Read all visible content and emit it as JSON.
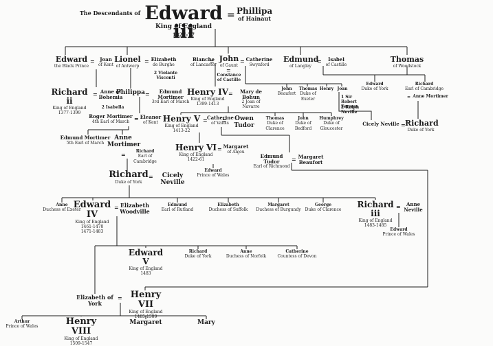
{
  "colors": {
    "ink": "#1b1b1b",
    "paper": "#fbfbfa"
  },
  "sym": {
    "marriage": "="
  },
  "title": {
    "prefix": "The Descendants of",
    "name": "Edward iii",
    "subtitle": "King of England",
    "years": "1327-77",
    "spouse": "Phillipa",
    "spouse_sub": "of Hainaut"
  },
  "people": {
    "edward_bp": {
      "name": "Edward",
      "sub": "the Black Prince"
    },
    "joan_kent": {
      "name": "Joan",
      "sub": "of Kent"
    },
    "lionel": {
      "name": "Lionel",
      "sub": "of Antwerp"
    },
    "elizabeth_burghe": {
      "name": "Elizabeth",
      "sub": "de Burghe"
    },
    "violante": {
      "sub": "2 Violante\nVisconti"
    },
    "blanche": {
      "name": "Blanche",
      "sub": "of Lancaster"
    },
    "john_gaunt": {
      "name": "John",
      "sub": "of Gaunt"
    },
    "constance": {
      "sub": "Constance\nof Castille"
    },
    "catherine_swynford": {
      "name": "Catherine",
      "sub": "Swynford"
    },
    "edmund_langley": {
      "name": "Edmund",
      "sub": "of Langley"
    },
    "isabel_castille": {
      "name": "Isabel",
      "sub": "of Castille"
    },
    "thomas_woodstock": {
      "name": "Thomas",
      "sub": "of Woodstock"
    },
    "richard2": {
      "name": "Richard ii",
      "sub": "King of England\n1377-1399"
    },
    "anne_bohemia": {
      "name": "Anne of\nBohemia"
    },
    "isabella": {
      "sub": "2 Isabella"
    },
    "philippa": {
      "name": "Philippa"
    },
    "edmund_mortimer3": {
      "name": "Edmund Mortimer",
      "sub": "3rd Earl of March"
    },
    "henry4": {
      "name": "Henry IV",
      "sub": "King of England\n1399-1413"
    },
    "mary_bohun": {
      "name": "Mary de Bohun",
      "sub": "2 Joan of Navarre"
    },
    "john_beaufort": {
      "name": "John",
      "sub": "Beaufort"
    },
    "thomas_exeter": {
      "name": "Thomas",
      "sub": "Duke of Exeter"
    },
    "henry_beaufort": {
      "name": "Henry"
    },
    "joan_beaufort": {
      "name": "Joan"
    },
    "ferrers": {
      "sub": "1 Sir Robert\nFerrers"
    },
    "ralph_neville": {
      "sub": "2 Ralph\nNeville"
    },
    "edward_duke_york": {
      "name": "Edward",
      "sub": "Duke of York"
    },
    "richard_cambridge_r": {
      "name": "Richard",
      "sub": "Earl of Cambridge"
    },
    "anne_mortimer_r": {
      "name": "Anne Mortimer"
    },
    "cicely_r": {
      "name": "Cicely Neville"
    },
    "richard_york_r": {
      "name": "Richard",
      "sub": "Duke of York"
    },
    "roger_mortimer": {
      "name": "Roger Mortimer",
      "sub": "4th Earl of March"
    },
    "eleanor_kent": {
      "name": "Eleanor",
      "sub": "of Kent"
    },
    "henry5": {
      "name": "Henry V",
      "sub": "King of England\n1413-22"
    },
    "catherine_valois": {
      "name": "Catherine",
      "sub": "of Valois"
    },
    "owen_tudor": {
      "name": "Owen Tudor"
    },
    "thomas_clarence": {
      "name": "Thomas",
      "sub": "Duke of Clarence"
    },
    "john_bedford": {
      "name": "John",
      "sub": "Duke of Bedford"
    },
    "humphrey_gloucester": {
      "name": "Humphrey",
      "sub": "Duke of Gloucester"
    },
    "edmund_mortimer5": {
      "name": "Edmund Mortimer",
      "sub": "5th Earl of March"
    },
    "anne_mortimer_l": {
      "name": "Anne\nMortimer"
    },
    "richard_cambridge_l": {
      "name": "Richard",
      "sub": "Earl of Cambridge"
    },
    "henry6": {
      "name": "Henry VI",
      "sub": "King of England\n1422-61"
    },
    "margaret_anjou": {
      "name": "Margaret",
      "sub": "of Anjou"
    },
    "edmund_tudor": {
      "name": "Edmund Tudor",
      "sub": "Earl of Richmond"
    },
    "margaret_beaufort": {
      "name": "Margaret\nBeaufort"
    },
    "richard_york_l": {
      "name": "Richard",
      "sub": "Duke of York"
    },
    "cicely_l": {
      "name": "Cicely Neville"
    },
    "edward_lancaster": {
      "name": "Edward",
      "sub": "Prince of Wales"
    },
    "anne_exeter": {
      "name": "Anne",
      "sub": "Duchess of Exeter"
    },
    "edward4": {
      "name": "Edward IV",
      "sub": "King of England\n1461-1470\n1471-1483"
    },
    "elizabeth_woodville": {
      "name": "Elizabeth\nWoodville"
    },
    "edmund_rutland": {
      "name": "Edmund",
      "sub": "Earl of Rutland"
    },
    "elizabeth_suffolk": {
      "name": "Elizabeth",
      "sub": "Duchess of Suffolk"
    },
    "margaret_burgundy": {
      "name": "Margaret",
      "sub": "Duchess of Burgundy"
    },
    "george_clarence": {
      "name": "George",
      "sub": "Duke of Clarence"
    },
    "richard3": {
      "name": "Richard iii",
      "sub": "King of England\n1483-1485"
    },
    "anne_neville": {
      "name": "Anne\nNeville"
    },
    "edward_middleham": {
      "name": "Edward",
      "sub": "Prince of Wales"
    },
    "edward5": {
      "name": "Edward V",
      "sub": "King of England\n1483"
    },
    "richard_shrewsbury": {
      "name": "Richard",
      "sub": "Duke of York"
    },
    "anne_norfolk": {
      "name": "Anne",
      "sub": "Duchess of Norfolk"
    },
    "catherine_devon": {
      "name": "Catherine",
      "sub": "Countess of Devon"
    },
    "elizabeth_york": {
      "name": "Elizabeth of York"
    },
    "henry7": {
      "name": "Henry VII",
      "sub": "King of England\n1485-1509"
    },
    "arthur": {
      "name": "Arthur",
      "sub": "Prince of Wales"
    },
    "henry8": {
      "name": "Henry VIII",
      "sub": "King of England\n1509-1547"
    },
    "margaret_tudor": {
      "name": "Margaret"
    },
    "mary_tudor": {
      "name": "Mary"
    }
  }
}
